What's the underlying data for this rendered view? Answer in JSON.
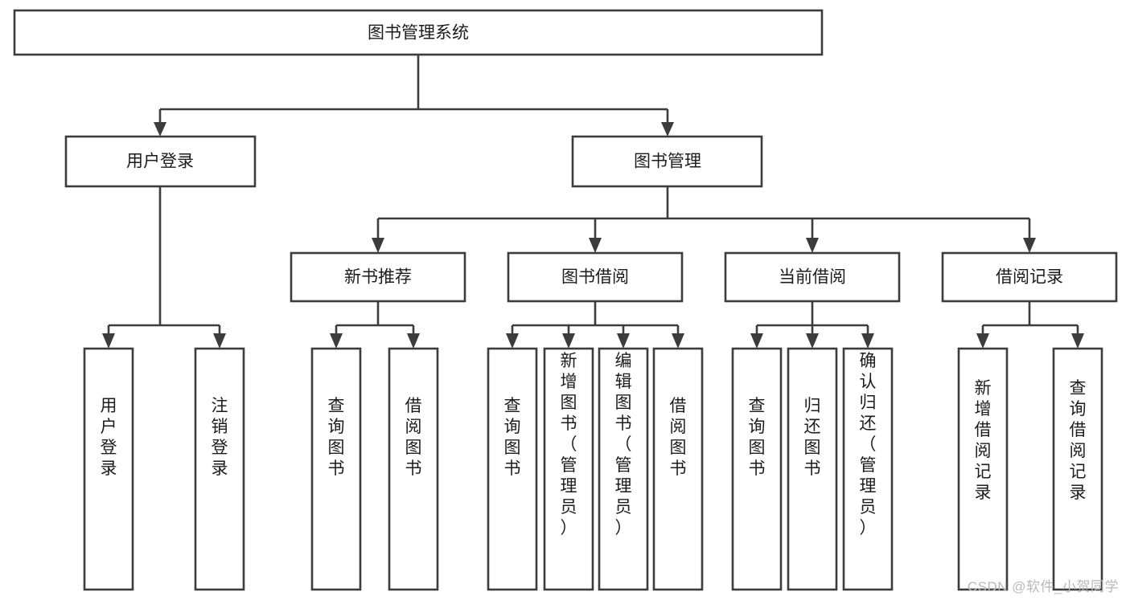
{
  "diagram": {
    "type": "tree",
    "title": "图书管理系统",
    "orientation": "top-down",
    "colors": {
      "box_fill": "#ffffff",
      "box_stroke": "#3c3c3c",
      "text": "#1c1c1c",
      "background": "#ffffff",
      "watermark": "#b9b9b9"
    },
    "root": {
      "label": "图书管理系统",
      "orientation": "horizontal"
    },
    "level2": [
      {
        "label": "用户登录",
        "orientation": "horizontal"
      },
      {
        "label": "图书管理",
        "orientation": "horizontal"
      }
    ],
    "level3": [
      {
        "label": "新书推荐",
        "orientation": "horizontal"
      },
      {
        "label": "图书借阅",
        "orientation": "horizontal"
      },
      {
        "label": "当前借阅",
        "orientation": "horizontal"
      },
      {
        "label": "借阅记录",
        "orientation": "horizontal"
      }
    ],
    "leaves": {
      "user_login": [
        {
          "label": "用户登录",
          "orientation": "vertical"
        },
        {
          "label": "注销登录",
          "orientation": "vertical"
        }
      ],
      "new_book_recommend": [
        {
          "label": "查询图书",
          "orientation": "vertical"
        },
        {
          "label": "借阅图书",
          "orientation": "vertical"
        }
      ],
      "book_borrow": [
        {
          "label": "查询图书",
          "orientation": "vertical"
        },
        {
          "label": "新增图书（管理员）",
          "orientation": "vertical"
        },
        {
          "label": "编辑图书（管理员）",
          "orientation": "vertical"
        },
        {
          "label": "借阅图书",
          "orientation": "vertical"
        }
      ],
      "current_borrow": [
        {
          "label": "查询图书",
          "orientation": "vertical"
        },
        {
          "label": "归还图书",
          "orientation": "vertical"
        },
        {
          "label": "确认归还（管理员）",
          "orientation": "vertical"
        }
      ],
      "borrow_record": [
        {
          "label": "新增借阅记录",
          "orientation": "vertical"
        },
        {
          "label": "查询借阅记录",
          "orientation": "vertical"
        }
      ]
    }
  },
  "watermark": {
    "text": "CSDN @软件_小贺同学"
  }
}
